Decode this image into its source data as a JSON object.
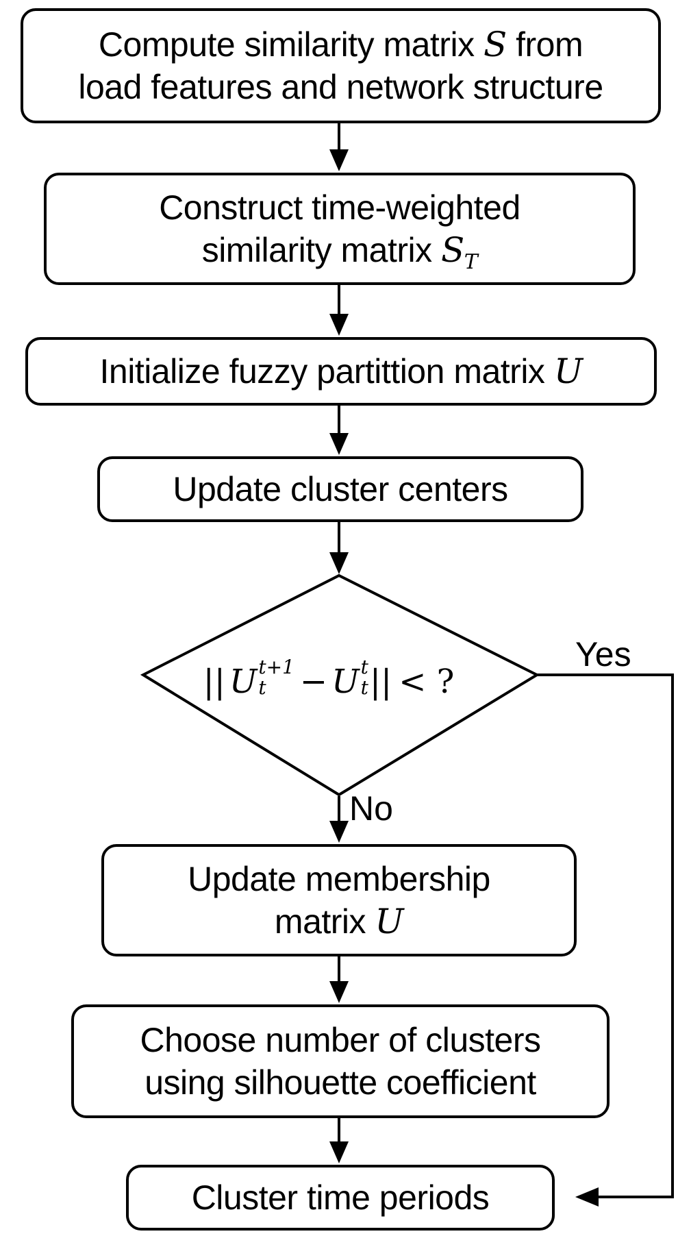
{
  "nodes": {
    "compute_similarity": {
      "line1_text": "Compute similarity matrix ",
      "line1_symbol": "S",
      "line1_suffix": " from",
      "line2": "load features and network structure"
    },
    "construct_time_weighted": {
      "line1": "Construct time-weighted",
      "line2_text": "similarity matrix ",
      "line2_symbol": "S",
      "line2_subscript": "T"
    },
    "initialize_partition": {
      "text": "Initialize fuzzy partittion matrix ",
      "symbol": "U"
    },
    "update_centers": {
      "text": "Update cluster centers"
    },
    "convergence_check": {
      "norm_open": "||",
      "var1": "U",
      "var1_sup": "t+1",
      "var1_sub": "t",
      "minus": "−",
      "var2": "U",
      "var2_sup": "t",
      "var2_sub": "t",
      "norm_close": "||",
      "comparison": "< ?"
    },
    "update_membership": {
      "line1": "Update membership",
      "line2_text": "matrix ",
      "line2_symbol": "U"
    },
    "choose_clusters": {
      "line1": "Choose number of clusters",
      "line2": "using silhouette coefficient"
    },
    "cluster_periods": {
      "text": "Cluster time periods"
    }
  },
  "edge_labels": {
    "yes": "Yes",
    "no": "No"
  },
  "colors": {
    "stroke": "#000000",
    "fill": "#ffffff"
  }
}
